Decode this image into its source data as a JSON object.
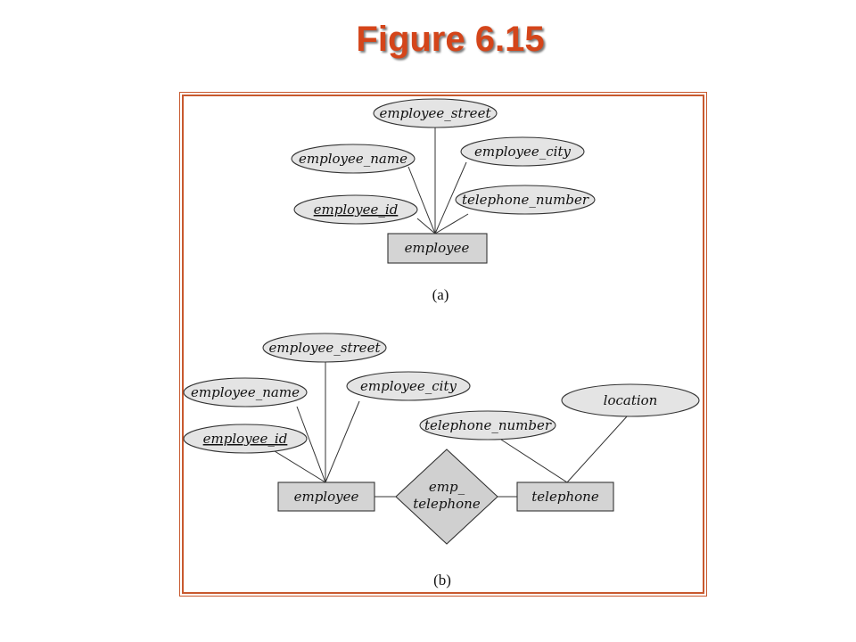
{
  "title": "Figure 6.15",
  "colors": {
    "title": "#d4451a",
    "frame_border": "#c8592e",
    "shape_fill": "#e4e4e4",
    "entity_fill": "#d4d4d4"
  },
  "diagram_a": {
    "caption": "(a)",
    "entity": "employee",
    "attributes": {
      "street": "employee_street",
      "name": "employee_name",
      "city": "employee_city",
      "id": "employee_id",
      "phone": "telephone_number"
    }
  },
  "diagram_b": {
    "caption": "(b)",
    "entity_employee": "employee",
    "entity_telephone": "telephone",
    "relationship_line1": "emp_",
    "relationship_line2": "telephone",
    "attributes": {
      "street": "employee_street",
      "name": "employee_name",
      "city": "employee_city",
      "id": "employee_id",
      "phone": "telephone_number",
      "location": "location"
    }
  }
}
